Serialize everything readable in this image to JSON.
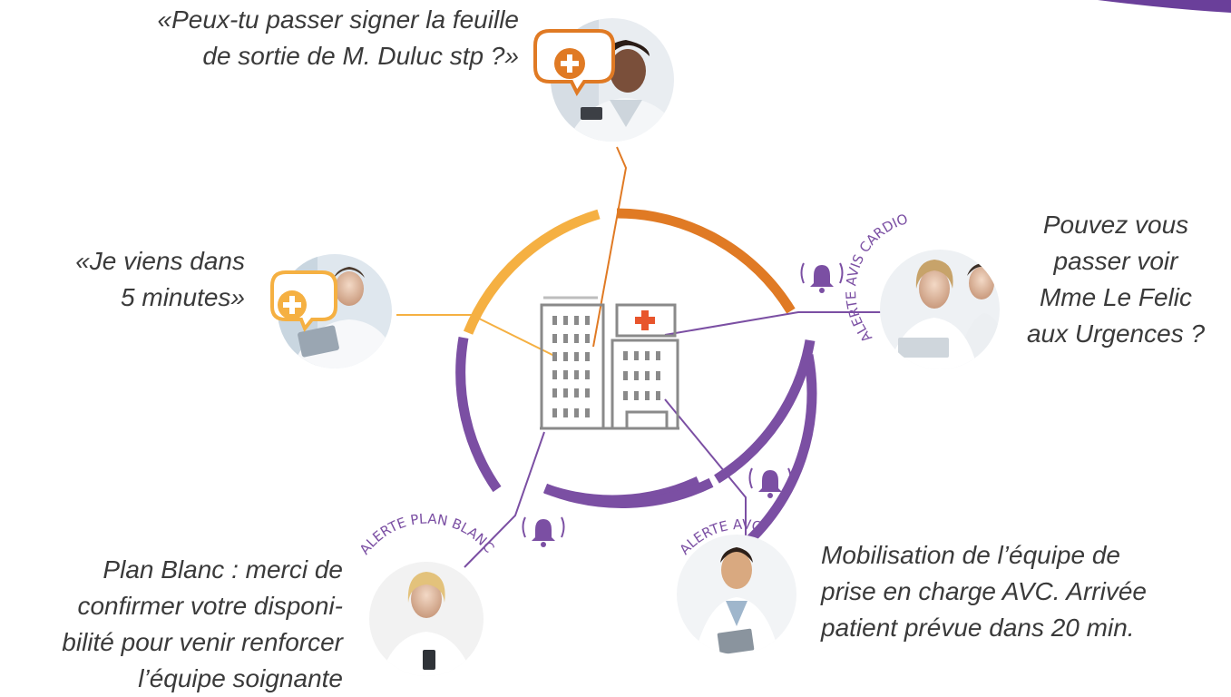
{
  "colors": {
    "orange": "#e07a24",
    "yellow": "#f5b042",
    "purple": "#7b4fa3",
    "corner": "#6a3f9a",
    "building": "#8a8a8a",
    "cross": "#e8552c",
    "text": "#3a3a3a"
  },
  "messages": {
    "top": "«Peux-tu passer signer la feuille\nde sortie de M. Duluc stp ?»",
    "left": "«Je viens dans\n5 minutes»",
    "right": "Pouvez vous\npasser voir\nMme Le Felic\naux Urgences ?",
    "bottom_right": "Mobilisation de l’équipe de\nprise en charge AVC. Arrivée\npatient prévue dans 20 min.",
    "bottom_left": "Plan Blanc : merci de\nconfirmer votre disponi-\nbilité pour venir renforcer\nl’équipe soignante"
  },
  "alerts": {
    "cardio": "ALERTE AVIS CARDIO",
    "avc": "ALERTE AVC",
    "plan_blanc": "ALERTE PLAN BLANC"
  },
  "icons": {
    "center": "hospital-building-icon",
    "chat": "chat-bubble-plus-icon",
    "bell": "ringing-bell-icon"
  }
}
